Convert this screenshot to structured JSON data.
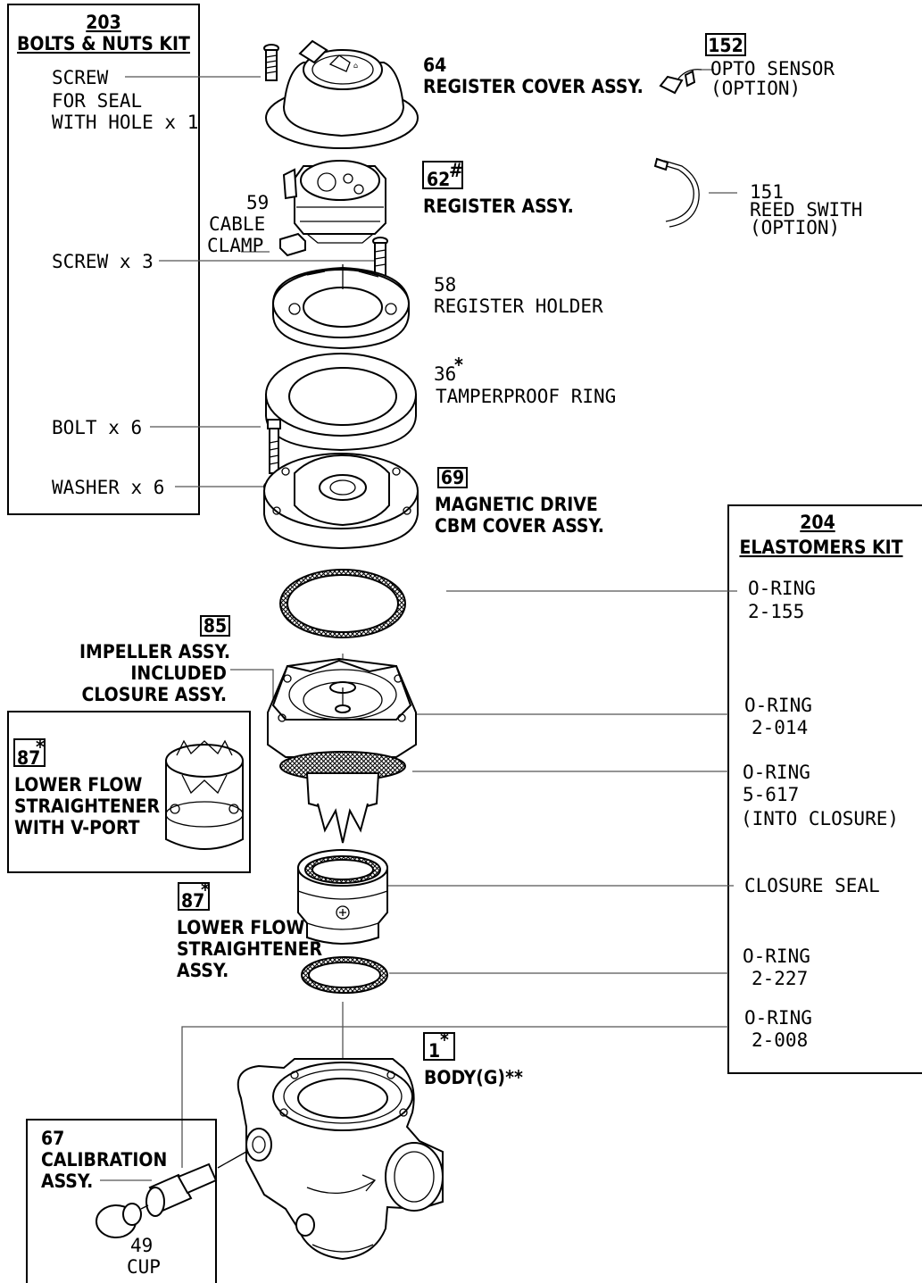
{
  "bolts_kit": {
    "number": "203",
    "title": "BOLTS & NUTS KIT",
    "items": {
      "screw_seal": [
        "SCREW",
        "FOR  SEAL",
        "WITH HOLE x 1"
      ],
      "screw": "SCREW x 3",
      "bolt": "BOLT x 6",
      "washer": "WASHER x 6"
    }
  },
  "elastomers_kit": {
    "number": "204",
    "title": "ELASTOMERS KIT",
    "items": {
      "oring_155": [
        "O-RING",
        "2-155"
      ],
      "oring_014": [
        "O-RING",
        "2-014"
      ],
      "oring_617": [
        "O-RING",
        "5-617",
        "(INTO CLOSURE)"
      ],
      "closure_seal": "CLOSURE SEAL",
      "oring_227": [
        "O-RING",
        "2-227"
      ],
      "oring_008": [
        "O-RING",
        "2-008"
      ]
    }
  },
  "parts": {
    "register_cover": {
      "number": "64",
      "name": "REGISTER COVER ASSY."
    },
    "opto_sensor": {
      "number": "152",
      "name": [
        "OPTO SENSOR",
        "(OPTION)"
      ]
    },
    "register": {
      "number": "62",
      "mark": "#",
      "name": "REGISTER ASSY."
    },
    "reed_switch": {
      "number": "151",
      "name": [
        "REED SWITH",
        "(OPTION)"
      ]
    },
    "cable_clamp": {
      "number": "59",
      "name": [
        "CABLE",
        "CLAMP"
      ]
    },
    "register_holder": {
      "number": "58",
      "name": "REGISTER  HOLDER"
    },
    "tamperproof_ring": {
      "number": "36",
      "mark": "*",
      "name": "TAMPERPROOF RING"
    },
    "magnetic_drive": {
      "number": "69",
      "name": [
        "MAGNETIC DRIVE",
        "CBM COVER ASSY."
      ]
    },
    "impeller": {
      "number": "85",
      "name": [
        "IMPELLER ASSY.",
        "INCLUDED",
        "CLOSURE ASSY."
      ]
    },
    "flow_straightener_vport": {
      "number": "87",
      "mark": "*",
      "name": [
        "LOWER FLOW",
        "STRAIGHTENER",
        "WITH V-PORT"
      ]
    },
    "flow_straightener": {
      "number": "87",
      "mark": "*",
      "name": [
        "LOWER FLOW",
        "STRAIGHTENER",
        "ASSY."
      ]
    },
    "body": {
      "number": "1",
      "mark": "*",
      "name": "BODY(G)**"
    },
    "calibration": {
      "number": "67",
      "name": [
        "CALIBRATION",
        "ASSY."
      ]
    },
    "cup": {
      "number": "49",
      "name": "CUP"
    }
  }
}
